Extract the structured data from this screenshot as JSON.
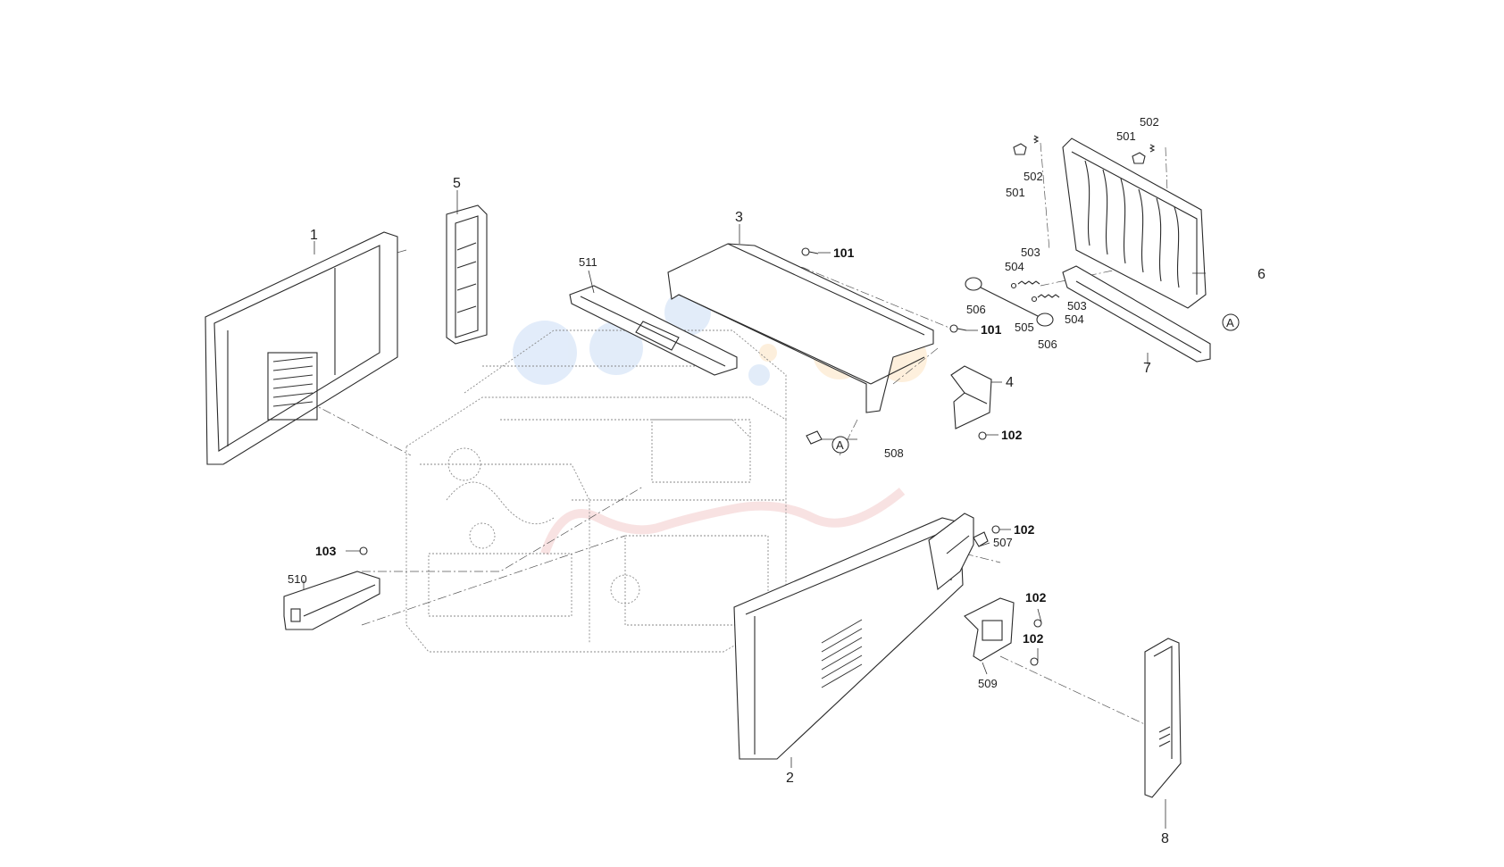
{
  "diagram": {
    "callouts": {
      "p1": "1",
      "p2": "2",
      "p3": "3",
      "p4": "4",
      "p5": "5",
      "p6": "6",
      "p7": "7",
      "p8": "8",
      "s101a": "101",
      "s101b": "101",
      "s102a": "102",
      "s102b": "102",
      "s102c": "102",
      "s102d": "102",
      "s103": "103",
      "p501a": "501",
      "p501b": "501",
      "p502a": "502",
      "p502b": "502",
      "p503a": "503",
      "p503b": "503",
      "p504a": "504",
      "p504b": "504",
      "p505": "505",
      "p506a": "506",
      "p506b": "506",
      "p507": "507",
      "p508": "508",
      "p509": "509",
      "p510": "510",
      "p511": "511",
      "refA1": "A",
      "refA2": "A"
    },
    "watermark_colors": [
      "#cfe0f6",
      "#fde6c6",
      "#f3cfcf"
    ]
  }
}
